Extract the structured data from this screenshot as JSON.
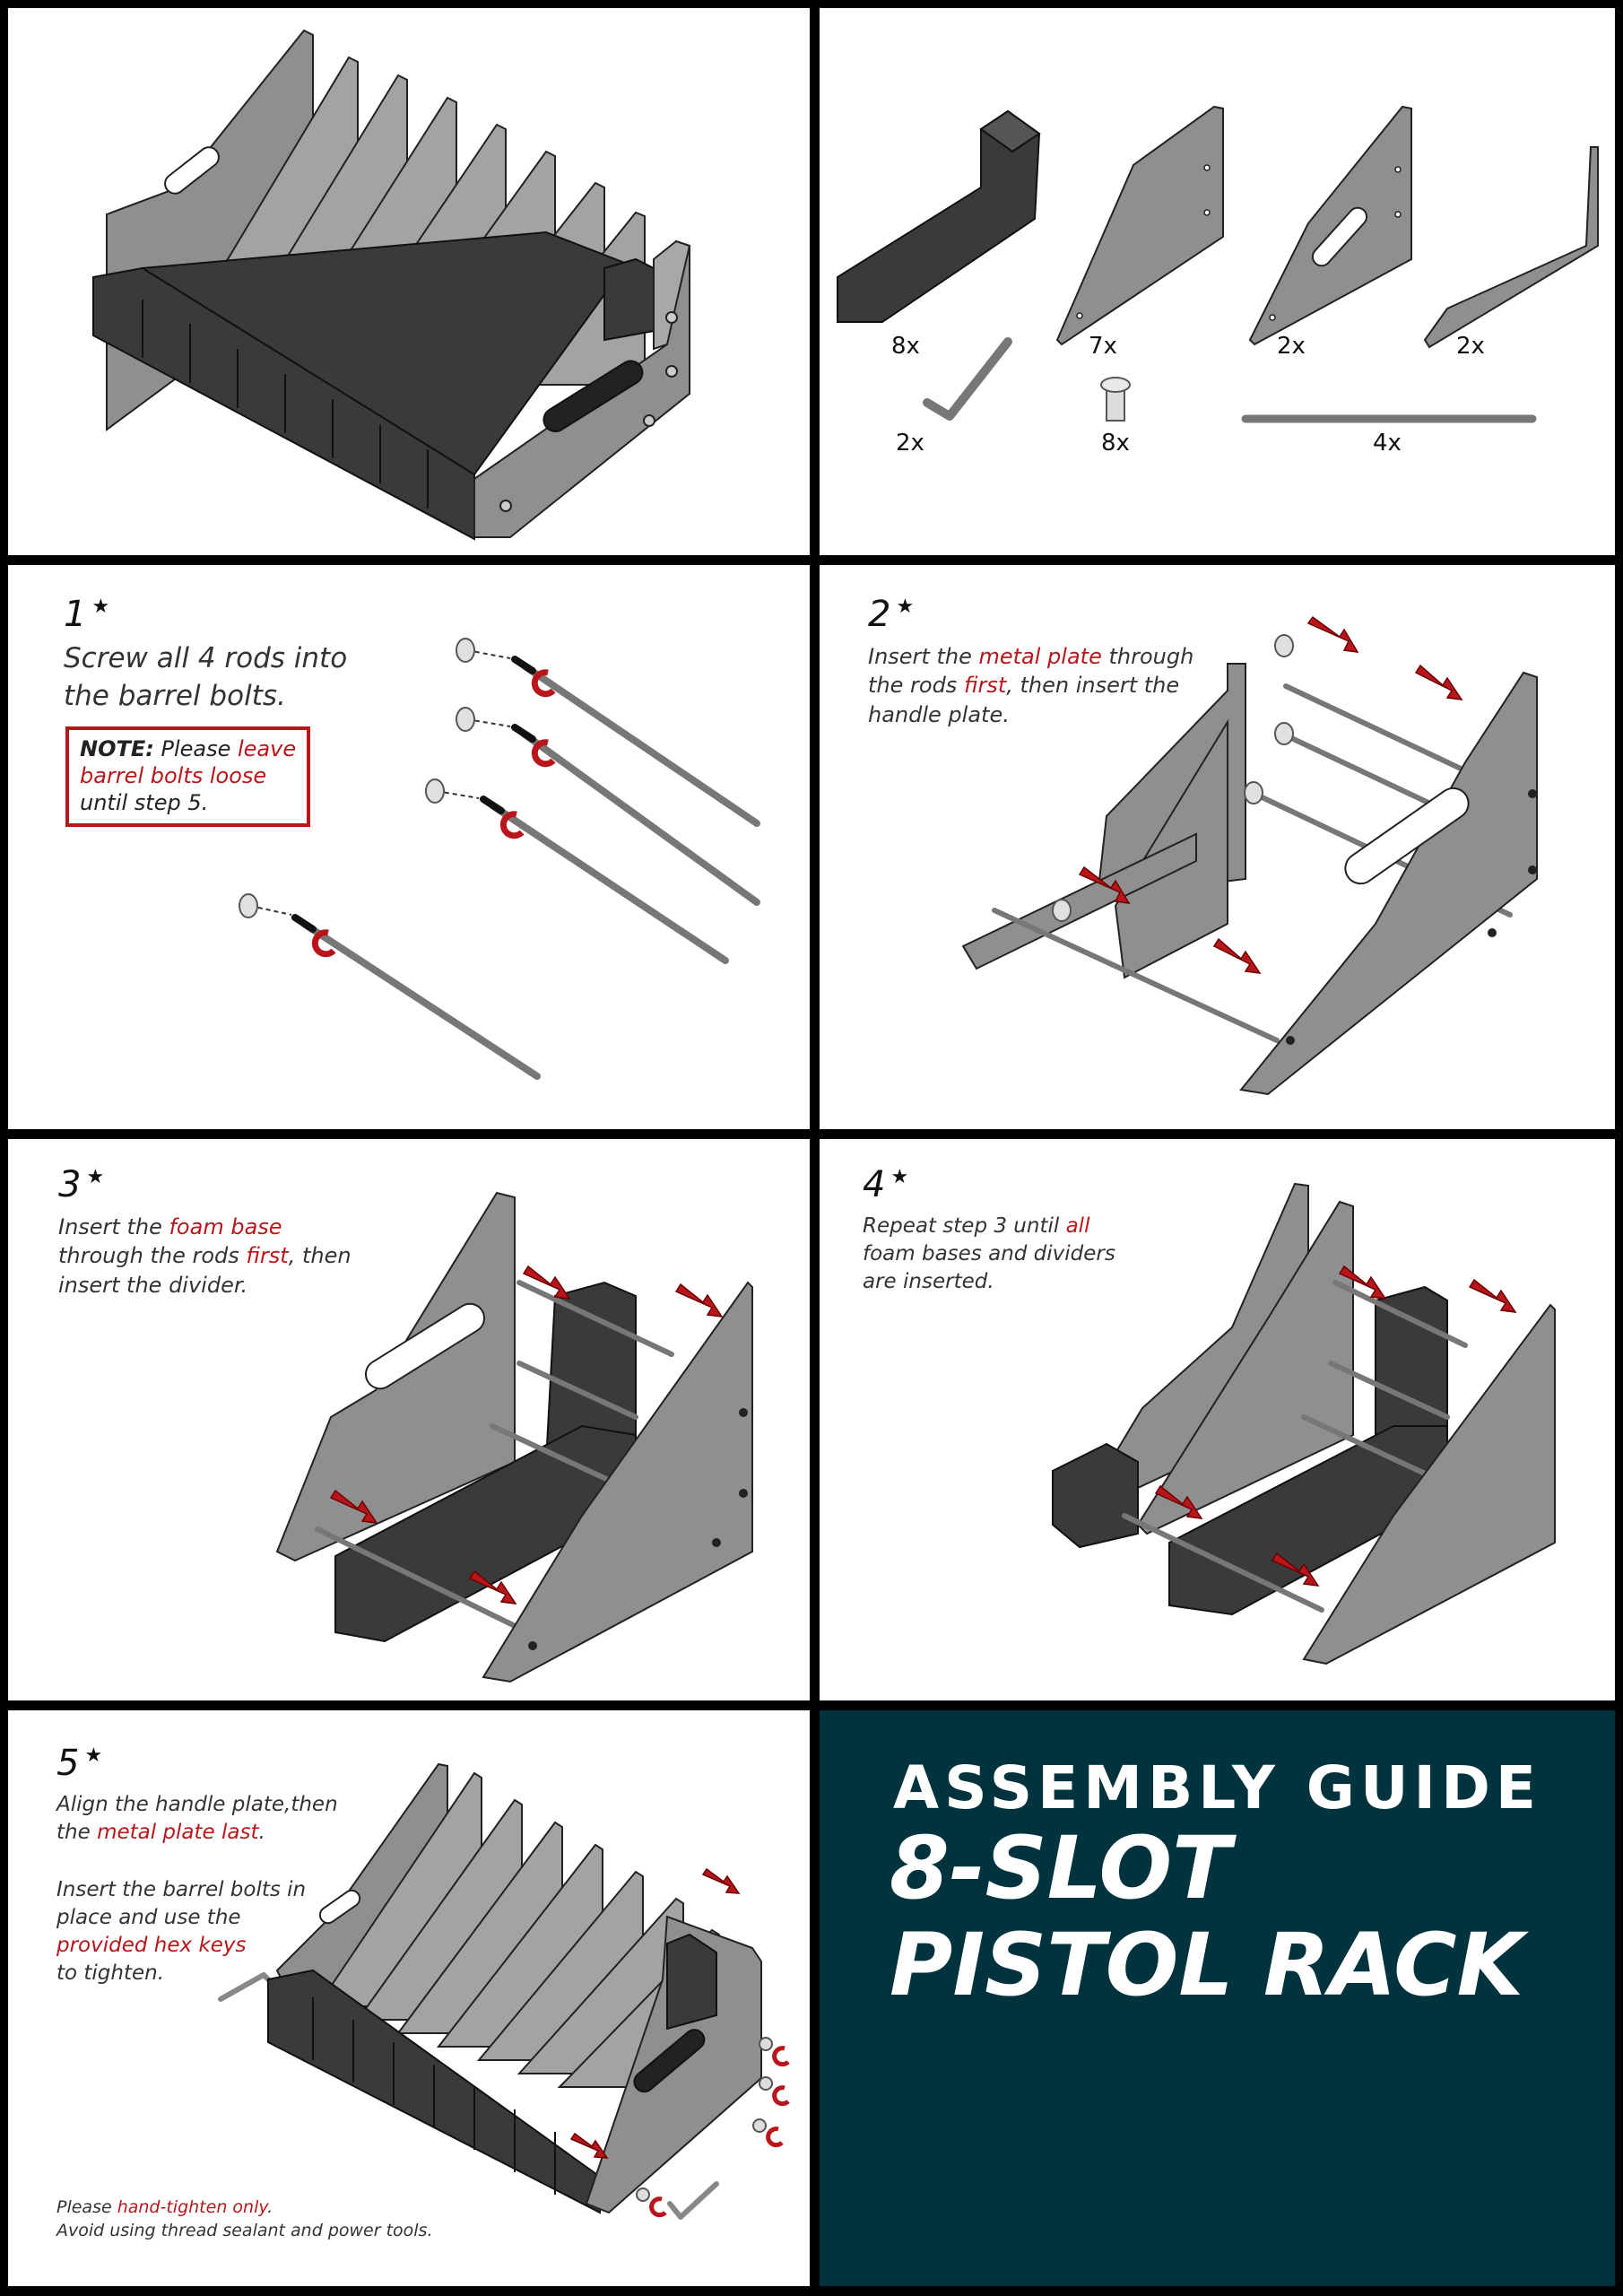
{
  "title": {
    "line1": "ASSEMBLY  GUIDE",
    "line2": "8-SLOT",
    "line3": "PISTOL RACK"
  },
  "parts": {
    "foam_qty": "8x",
    "plate_qty": "7x",
    "handle_qty": "2x",
    "metal_qty": "2x",
    "hexkey_qty": "2x",
    "bolt_qty": "8x",
    "rod_qty": "4x"
  },
  "step1": {
    "number": "1",
    "line1": "Screw all 4 rods into",
    "line2": "the barrel bolts.",
    "note_label": "NOTE:",
    "note_a": " Please ",
    "note_hl1": "leave",
    "note_hl2": "barrel bolts loose",
    "note_b": "until step 5."
  },
  "step2": {
    "number": "2",
    "a": "Insert the ",
    "hl1": "metal plate",
    "b": " through",
    "c": "the rods ",
    "hl2": "first",
    "d": ", then insert the",
    "e": "handle plate."
  },
  "step3": {
    "number": "3",
    "a": "Insert the ",
    "hl1": "foam base",
    "b": "through the rods ",
    "hl2": "first",
    "c": ", then",
    "d": "insert the divider."
  },
  "step4": {
    "number": "4",
    "a": "Repeat step 3 until ",
    "hl1": "all",
    "b": "foam bases and dividers",
    "c": "are inserted."
  },
  "step5": {
    "number": "5",
    "a": "Align the handle plate,then",
    "b": "the ",
    "hl1": "metal plate last",
    "c": ".",
    "d": "Insert the barrel bolts in",
    "e": "place and use the",
    "hl2": "provided hex keys",
    "f": "to tighten.",
    "g": "Please ",
    "hl3": "hand-tighten only",
    "h": ".",
    "i": "Avoid using thread sealant and power tools."
  },
  "colors": {
    "accent_red": "#b8161b",
    "title_bg": "#00333d",
    "plate_gray": "#8c8c8c",
    "foam_dark": "#3a3a3a"
  }
}
